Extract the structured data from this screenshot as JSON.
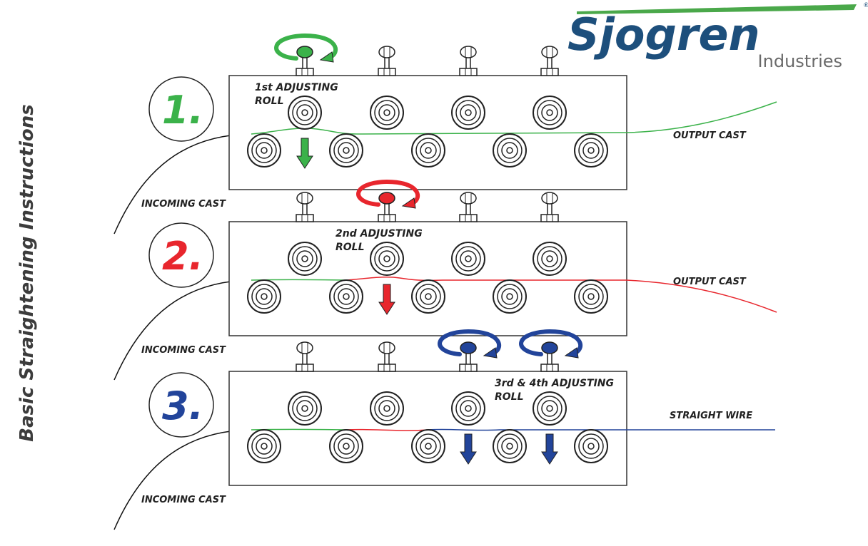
{
  "logo": {
    "brand": "Sjogren",
    "sub": "Industries",
    "registered": "®",
    "colors": {
      "brand": "#1d4f7c",
      "swoosh": "#4aa84a",
      "sub": "#6a6a6a"
    }
  },
  "side_title": "Basic Straightening Instructions",
  "colors": {
    "green": "#3bb24a",
    "red": "#e8262d",
    "blue": "#22449a",
    "frame": "#333333"
  },
  "steps": [
    {
      "number": "1.",
      "color": "green",
      "label_lines": [
        "1st ADJUSTING",
        "ROLL"
      ],
      "incoming": "INCOMING CAST",
      "output": "OUTPUT CAST",
      "adjusting_rolls": [
        1
      ]
    },
    {
      "number": "2.",
      "color": "red",
      "label_lines": [
        "2nd ADJUSTING",
        "ROLL"
      ],
      "incoming": "INCOMING CAST",
      "output": "OUTPUT CAST",
      "adjusting_rolls": [
        2
      ]
    },
    {
      "number": "3.",
      "color": "blue",
      "label_lines": [
        "3rd & 4th ADJUSTING",
        "ROLL"
      ],
      "incoming": "INCOMING CAST",
      "output": "STRAIGHT WIRE",
      "adjusting_rolls": [
        3,
        4
      ]
    }
  ]
}
